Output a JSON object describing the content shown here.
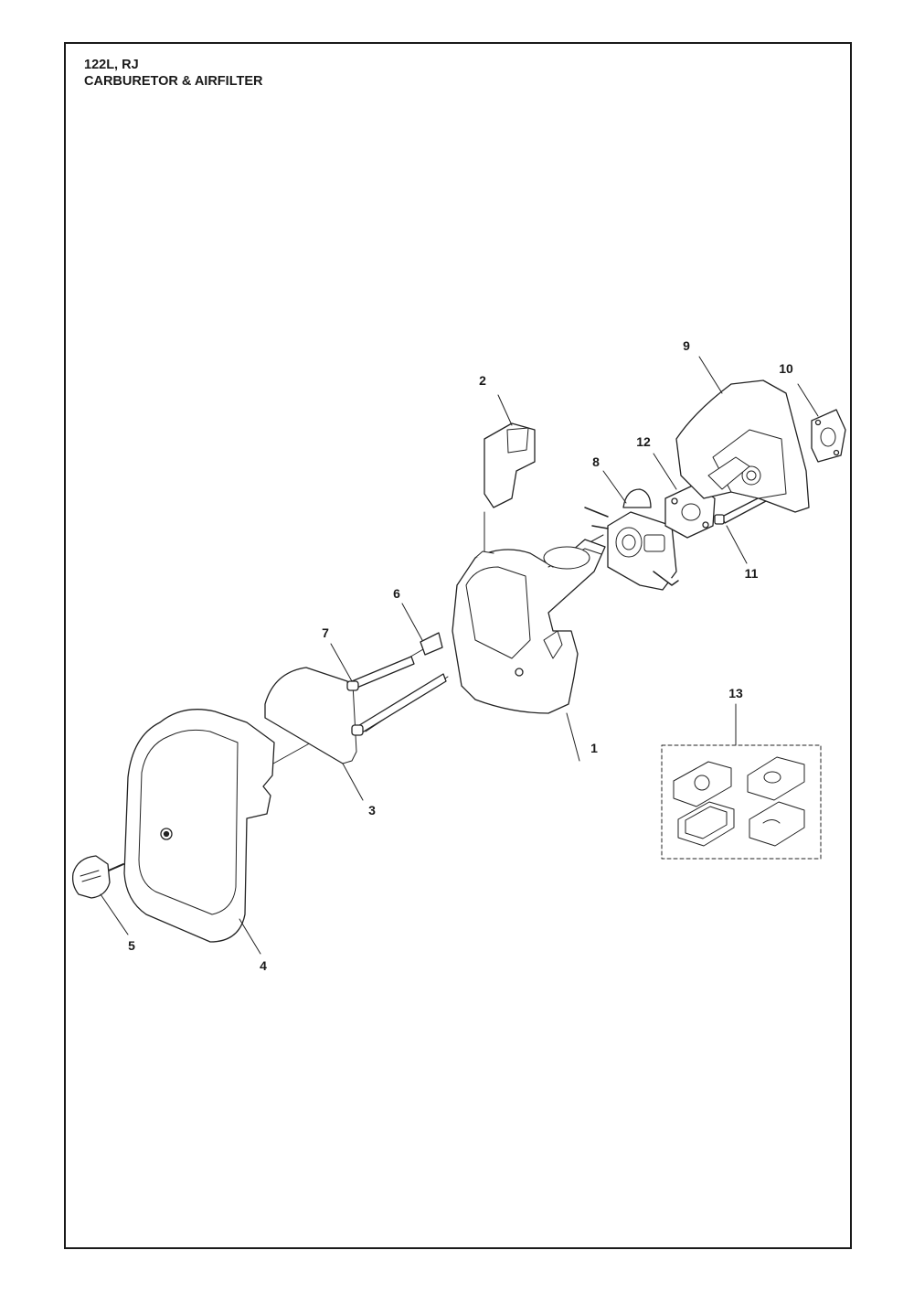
{
  "header": {
    "model": "122L, RJ",
    "section": "CARBURETOR & AIRFILTER"
  },
  "callouts": [
    "1",
    "2",
    "3",
    "4",
    "5",
    "6",
    "7",
    "8",
    "9",
    "10",
    "11",
    "12",
    "13"
  ]
}
